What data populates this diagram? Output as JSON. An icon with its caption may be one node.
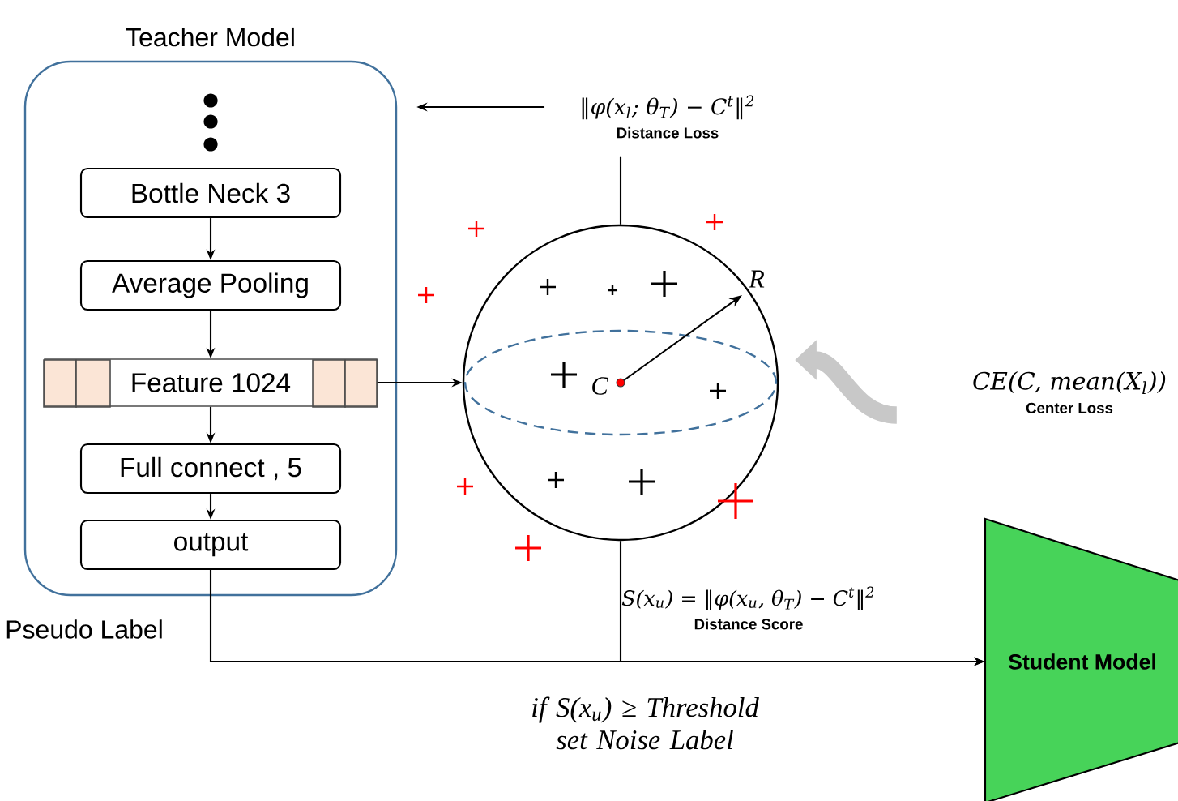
{
  "diagram": {
    "nodes": [
      {
        "text": [
          "Teacher Model"
        ]
      },
      {
        "text": [
          "Bottle Neck 3"
        ],
        "in": 0
      },
      {
        "text": [
          "Average Pooling"
        ],
        "in": 0
      },
      {
        "text": [
          "Feature 1024"
        ],
        "in": 0
      },
      {
        "text": [
          "Full connect , 5"
        ],
        "in": 0
      },
      {
        "text": [
          "output"
        ],
        "in": 0
      },
      {
        "text": [],
        "shape": "circle"
      },
      {
        "text": [
          "‖φ(x$_{l}$; θ$_{T}$) − C$^{t}$‖$^{2}$",
          "Distance Loss"
        ]
      },
      {
        "text": [
          "CE(C, mean(X$_{l}$))",
          "Center Loss"
        ]
      },
      {
        "text": [
          "S(x$_{u}$) = ‖φ(x$_{u}$, θ$_{T}$) − C$^{t}$‖$^{2}$",
          "Distance Score"
        ]
      },
      {
        "text": [
          "Student Model"
        ]
      }
    ],
    "edges": [
      {
        "from": 1,
        "to": 2,
        "arrow": "to"
      },
      {
        "from": 2,
        "to": 3,
        "arrow": "to"
      },
      {
        "from": 3,
        "to": 4,
        "arrow": "to"
      },
      {
        "from": 4,
        "to": 5,
        "arrow": "to"
      },
      {
        "from": 3,
        "to": 6,
        "arrow": "to"
      },
      {
        "from": 7,
        "to": 0,
        "arrow": "to"
      },
      {
        "from": 7,
        "to": 6,
        "arrow": "none"
      },
      {
        "from": 5,
        "to": 10,
        "arrow": "to",
        "label": "Pseudo Label"
      },
      {
        "from": 6,
        "to": 10,
        "arrow": "to"
      },
      {
        "from": 8,
        "to": 6,
        "arrow": "to",
        "style": "thick",
        "color": "#c8c8c8"
      }
    ],
    "labels": [
      "C",
      "R",
      "if S(x$_{u}$) ≥ Threshold set Noise Label"
    ]
  }
}
